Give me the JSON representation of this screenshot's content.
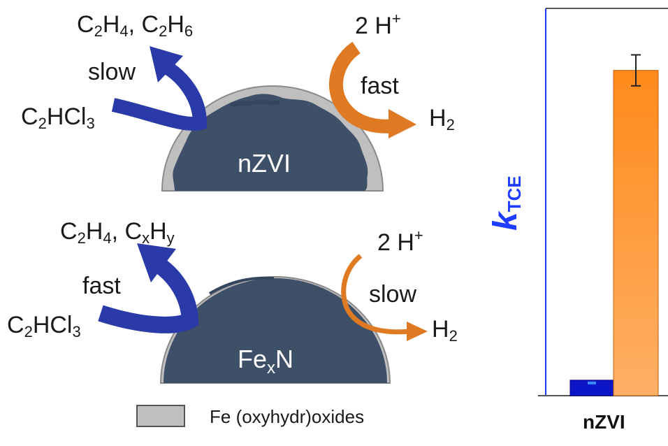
{
  "colors": {
    "particle": "#3e5068",
    "particle_dark": "#34465e",
    "oxide": "#bfbfbf",
    "oxide_edge": "#8a8a8a",
    "blue_arrow": "#2a3aa8",
    "orange_arrow": "#e07a22",
    "axis_blue": "#1e3cff",
    "bar_blue": "#0a16c8",
    "bar_orange_top": "#ff8a1a",
    "bar_orange_bottom": "#ffb066"
  },
  "top_panel": {
    "product_a": "C",
    "product_a_sub1": "2",
    "product_a_mid": "H",
    "product_a_sub2": "4",
    "product_sep": ", ",
    "product_b": "C",
    "product_b_sub1": "2",
    "product_b_mid": "H",
    "product_b_sub2": "6",
    "reactant": "C",
    "reactant_sub1": "2",
    "reactant_mid": "HCl",
    "reactant_sub2": "3",
    "blue_rate": "slow",
    "proton": "2 H",
    "proton_sup": "+",
    "orange_rate": "fast",
    "hydrogen": "H",
    "hydrogen_sub": "2",
    "particle_label": "nZVI"
  },
  "bottom_panel": {
    "product_a": "C",
    "product_a_sub1": "2",
    "product_a_mid": "H",
    "product_a_sub2": "4",
    "product_sep": ", ",
    "product_b": "C",
    "product_b_sub1": "x",
    "product_b_mid": "H",
    "product_b_sub2": "y",
    "reactant": "C",
    "reactant_sub1": "2",
    "reactant_mid": "HCl",
    "reactant_sub2": "3",
    "blue_rate": "fast",
    "proton": "2 H",
    "proton_sup": "+",
    "orange_rate": "slow",
    "hydrogen": "H",
    "hydrogen_sub": "2",
    "particle_label_main": "Fe",
    "particle_label_sub": "x",
    "particle_label_end": "N"
  },
  "legend": {
    "label": "Fe (oxyhydr)oxides"
  },
  "chart_data": {
    "type": "bar",
    "categories": [
      "nZVI"
    ],
    "ylabel": "k",
    "ylabel_sub": "TCE",
    "ylim": [
      0,
      1
    ],
    "series": [
      {
        "values": [
          0.04
        ]
      },
      {
        "values": [
          0.84
        ],
        "error": [
          0.04
        ]
      }
    ]
  }
}
